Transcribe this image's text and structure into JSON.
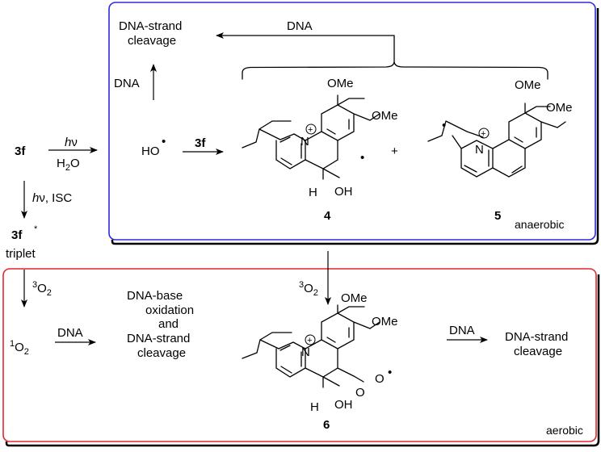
{
  "colors": {
    "anaerobic_box": "#2b2bd9",
    "aerobic_box": "#e3262b",
    "text": "#000000"
  },
  "left_column": {
    "start": "3f",
    "hv_label": "hν, ISC",
    "triplet_name": "3f",
    "triplet_star": "*",
    "triplet_label": "triplet",
    "o2_label": "3O2",
    "singlet_o2": "1O2"
  },
  "anaerobic": {
    "hv": "hν",
    "h2o": "H2O",
    "radical": "HO",
    "radical_dot": "•",
    "reagent": "3f",
    "dna_top": "DNA",
    "dna_up": "DNA",
    "cleavage_l1": "DNA-strand",
    "cleavage_l2": "cleavage",
    "plus": "+",
    "tag": "anaerobic",
    "compound4": {
      "id": "4",
      "ome1": "OMe",
      "ome2": "OMe",
      "n": "N",
      "charge": "+",
      "h": "H",
      "oh": "OH",
      "dot": "•"
    },
    "compound5": {
      "id": "5",
      "ome1": "OMe",
      "ome2": "OMe",
      "n": "N",
      "charge": "+",
      "dot": "•"
    }
  },
  "aerobic": {
    "dna_arrow": "DNA",
    "base_l1": "DNA-base",
    "base_l2": "oxidation",
    "base_l3": "and",
    "base_l4": "DNA-strand",
    "base_l5": "cleavage",
    "o2_label": "3O2",
    "dna_right": "DNA",
    "cleavage_l1": "DNA-strand",
    "cleavage_l2": "cleavage",
    "tag": "aerobic",
    "compound6": {
      "id": "6",
      "ome1": "OMe",
      "ome2": "OMe",
      "n": "N",
      "charge": "+",
      "h": "H",
      "oh": "OH",
      "o1": "O",
      "o2": "O",
      "dot": "•"
    }
  }
}
